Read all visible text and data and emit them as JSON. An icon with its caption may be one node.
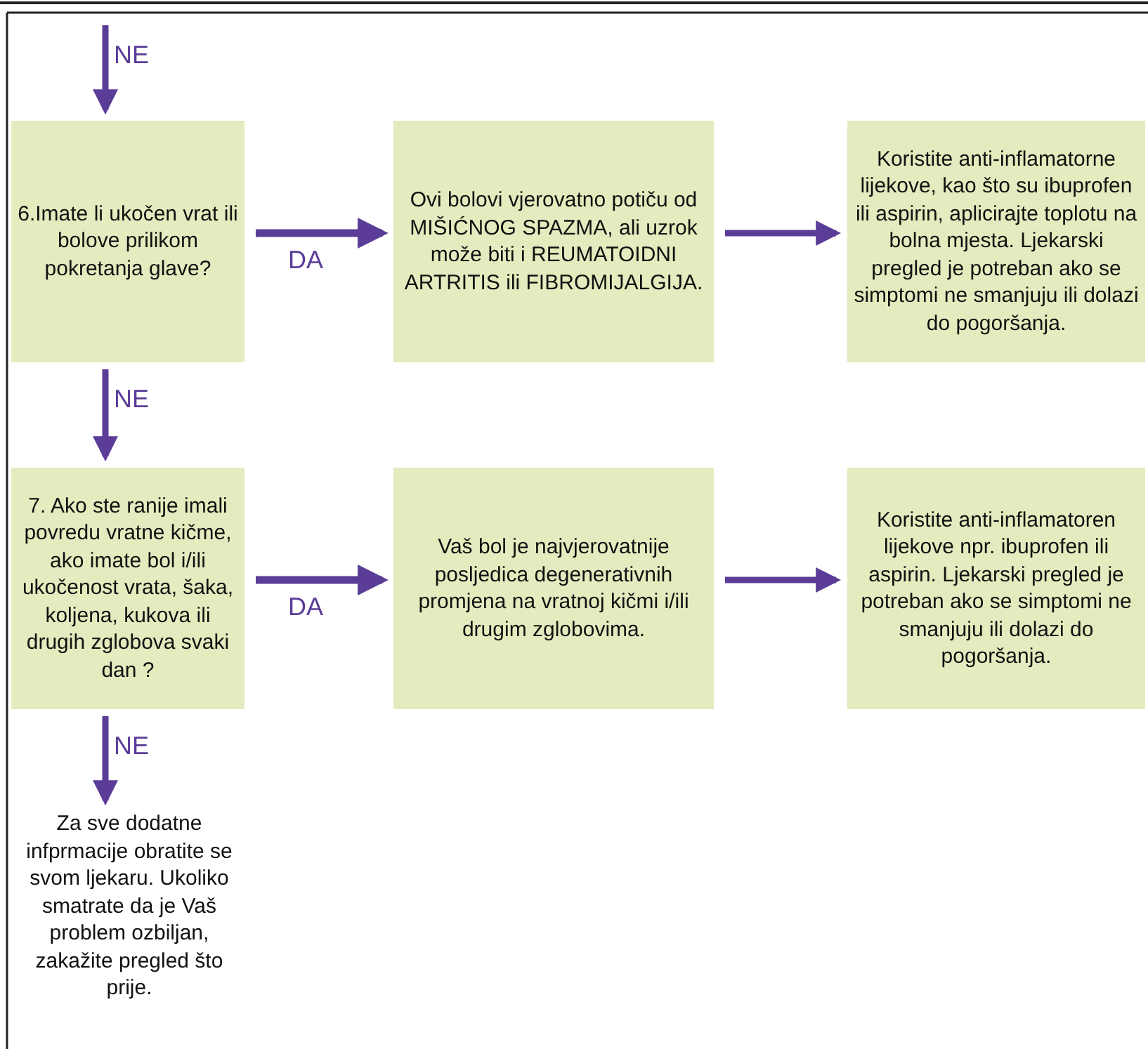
{
  "diagram": {
    "nodes": [
      {
        "text": [
          "6.Imate li ukočen vrat ili bolove prilikom pokretanja glave?"
        ]
      },
      {
        "text": [
          "Ovi bolovi vjerovatno potiču od MIŠIĆNOG SPAZMA, ali uzrok može biti i REUMATOIDNI ARTRITIS ili FIBROMIJALGIJA."
        ]
      },
      {
        "text": [
          "Koristite anti-inflamatorne lijekove, kao što su ibuprofen ili aspirin, aplicirajte toplotu na bolna mjesta. Ljekarski pregled je potreban ako se simptomi ne smanjuju ili dolazi do pogoršanja."
        ]
      },
      {
        "text": [
          "7. Ako ste ranije imali povredu vratne kičme, ako imate bol i/ili ukočenost vrata, šaka, koljena, kukova ili drugih zglobova  svaki dan ?"
        ]
      },
      {
        "text": [
          "Vaš bol je najvjerovatnije posljedica degenerativnih promjena na vratnoj kičmi i/ili drugim zglobovima."
        ]
      },
      {
        "text": [
          "Koristite anti-inflamatoren lijekove npr. ibuprofen ili aspirin. Ljekarski pregled je potreban ako se simptomi ne smanjuju ili dolazi do pogoršanja."
        ]
      },
      {
        "text": [
          "Za sve dodatne infprmacije obratite se svom ljekaru. Ukoliko smatrate da je Vaš problem ozbiljan, zakažite pregled što prije."
        ]
      }
    ],
    "edges": [
      {
        "from": null,
        "to": 0,
        "arrow": "to",
        "label": "NE"
      },
      {
        "from": 0,
        "to": 1,
        "arrow": "to",
        "label": "DA"
      },
      {
        "from": 1,
        "to": 2,
        "arrow": "to"
      },
      {
        "from": 0,
        "to": 3,
        "arrow": "to",
        "label": "NE"
      },
      {
        "from": 3,
        "to": 4,
        "arrow": "to",
        "label": "DA"
      },
      {
        "from": 4,
        "to": 5,
        "arrow": "to"
      },
      {
        "from": 3,
        "to": 6,
        "arrow": "to",
        "label": "NE"
      }
    ]
  }
}
